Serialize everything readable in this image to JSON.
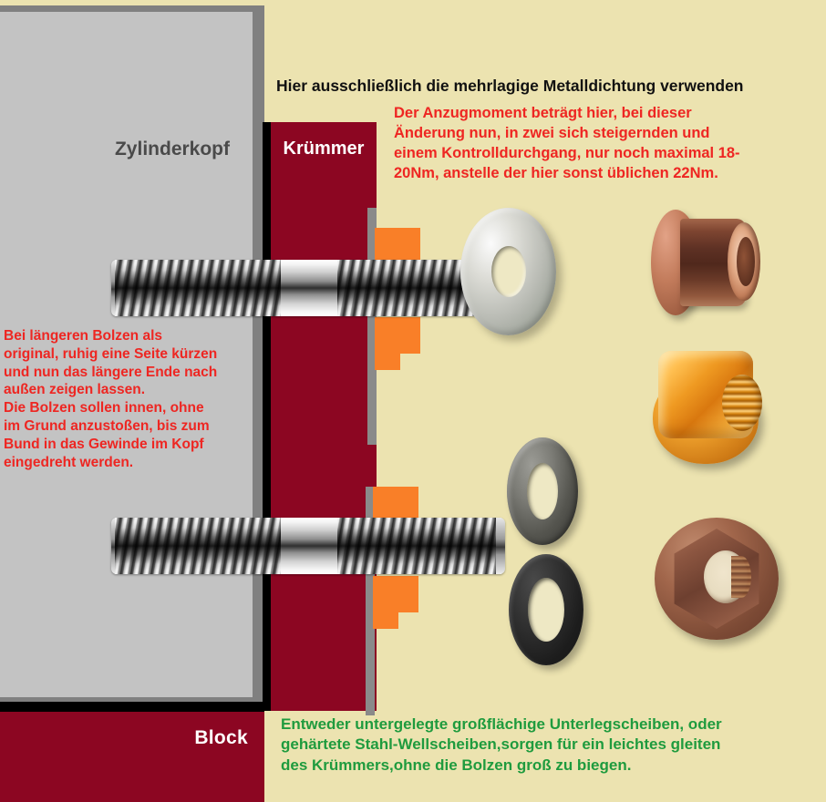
{
  "meta": {
    "title": "Zylinderkopf / Krümmer Montage — Bolzen, Scheiben und Muttern",
    "language": "de"
  },
  "colors": {
    "background": "#ece3b0",
    "cylinder_head": "#c3c3c3",
    "cylinder_head_border": "#808080",
    "manifold": "#8c0622",
    "engine_block": "#8c0622",
    "gasket": "#000000",
    "flange_lug": "#f97f28",
    "note_black": "#111111",
    "note_red": "#ee2622",
    "note_green": "#1f9b3e",
    "label_white": "#ffffff",
    "label_dark_grey": "#4a4a4a"
  },
  "labels": {
    "cylinder_head": "Zylinderkopf",
    "manifold": "Krümmer",
    "engine_block": "Block"
  },
  "notes": {
    "gasket": "Hier ausschließlich die mehrlagige Metalldichtung verwenden",
    "torque_lines": [
      "Der Anzugmoment beträgt hier, bei dieser",
      "Änderung nun, in zwei sich steigernden und",
      "einem Kontrolldurchgang, nur noch maximal 18-",
      "20Nm, anstelle der hier sonst üblichen 22Nm."
    ],
    "bolts_lines": [
      "Bei längeren Bolzen als",
      "original, ruhig eine Seite kürzen",
      "und nun das längere Ende nach",
      "außen zeigen lassen.",
      "Die Bolzen sollen innen, ohne",
      "im Grund anzustoßen, bis zum",
      "Bund in das Gewinde im Kopf",
      "eingedreht werden."
    ],
    "washers_lines": [
      "Entweder untergelegte großflächige Unterlegscheiben, oder",
      "gehärtete Stahl-Wellscheiben,sorgen für ein leichtes gleiten",
      "des Krümmers,ohne die Bolzen groß zu biegen."
    ]
  },
  "hardware": {
    "studs": [
      {
        "name": "upper-stud",
        "description": "Stehbolzen mit Gewinde beidseitig, glatter Schaft in der Mitte"
      },
      {
        "name": "lower-stud",
        "description": "Stehbolzen mit Gewinde beidseitig, glatter Schaft in der Mitte"
      }
    ],
    "washers": [
      {
        "name": "large-zinc-flat-washer",
        "finish": "verzinkt",
        "type": "großflächige Unterlegscheibe"
      },
      {
        "name": "hardened-steel-wave-washer",
        "finish": "gehärtet",
        "type": "Stahl-Wellscheibe"
      },
      {
        "name": "black-flat-washer",
        "finish": "brüniert",
        "type": "Unterlegscheibe"
      }
    ],
    "nuts": [
      {
        "name": "copper-flange-nut-side",
        "finish": "kupfer",
        "view": "Seitenansicht"
      },
      {
        "name": "copper-flange-nut-gold",
        "finish": "kupfer glänzend",
        "view": "Schrägansicht"
      },
      {
        "name": "copper-flange-nut-face",
        "finish": "kupfer dunkel",
        "view": "Frontansicht"
      }
    ],
    "flange_lugs": 4
  }
}
